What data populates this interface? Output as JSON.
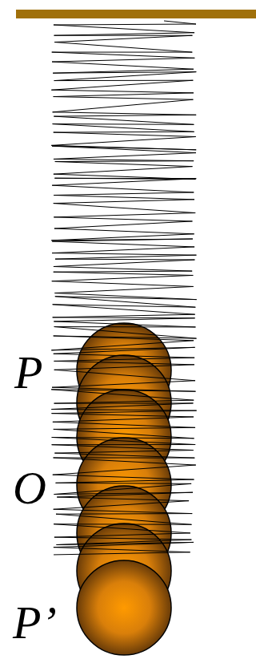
{
  "diagram": {
    "labels": [
      "P",
      "O",
      "P’"
    ]
  }
}
